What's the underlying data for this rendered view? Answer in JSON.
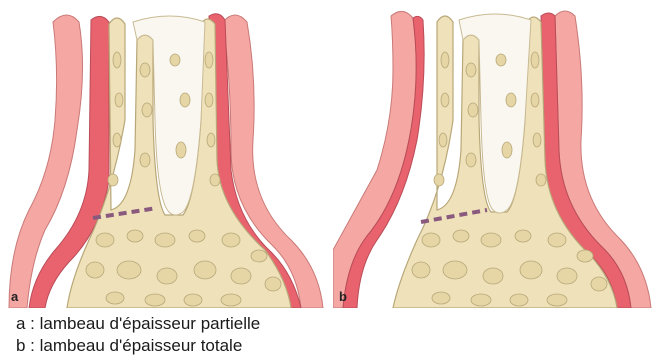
{
  "panels": [
    {
      "letter": "a"
    },
    {
      "letter": "b"
    }
  ],
  "legend": [
    "a : lambeau d'épaisseur partielle",
    "b : lambeau d'épaisseur totale"
  ],
  "colors": {
    "mucosa": "#f4a7a3",
    "periosteum": "#e8636e",
    "bone": "#efe2bb",
    "trabecula": "#e6d6a6",
    "bone_outline": "#b8a778",
    "cortex": "#f6ecd2",
    "alveolus": "#f9f7f0",
    "incision": "#8a5a7e"
  }
}
